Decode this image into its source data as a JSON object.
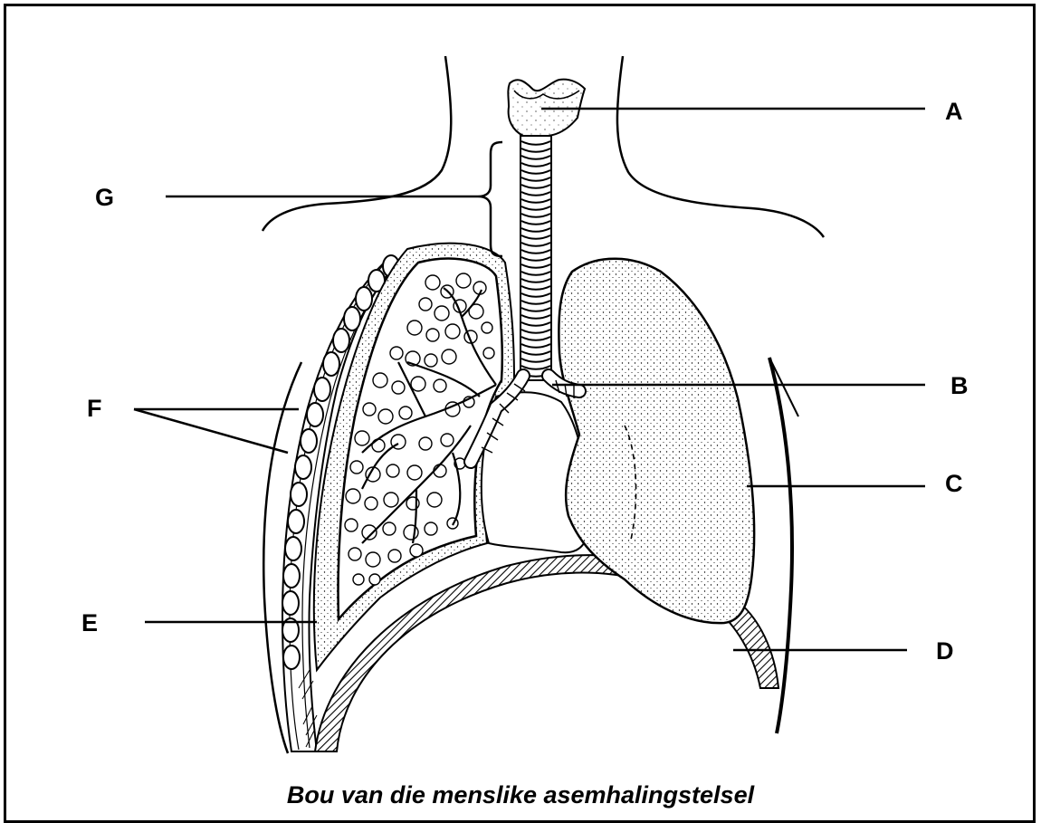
{
  "labels": {
    "A": "A",
    "B": "B",
    "C": "C",
    "D": "D",
    "E": "E",
    "F": "F",
    "G": "G"
  },
  "caption": "Bou van die menslike asemhalingstelsel",
  "colors": {
    "ink": "#000000",
    "paper": "#ffffff"
  }
}
